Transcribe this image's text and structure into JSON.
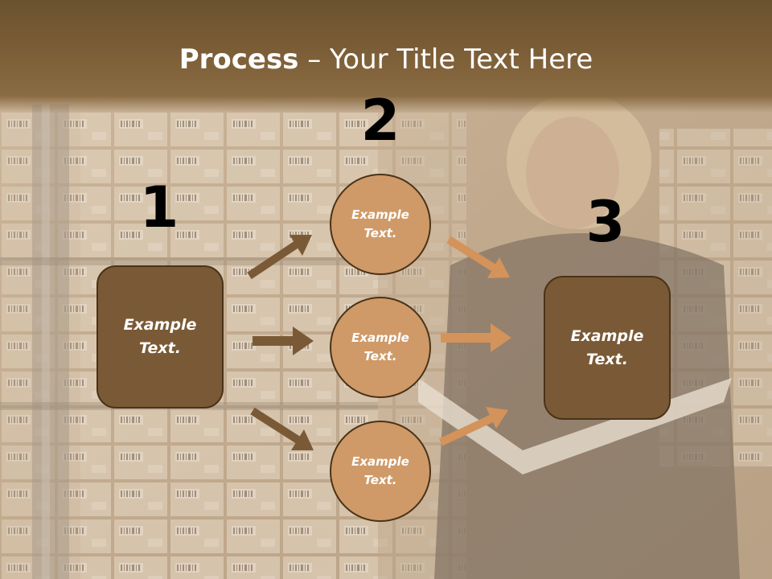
{
  "title": {
    "bold": "Process",
    "rest": " – Your Title Text Here"
  },
  "numbers": [
    "1",
    "2",
    "3"
  ],
  "left_box": {
    "line1": "Example",
    "line2": "Text."
  },
  "right_box": {
    "line1": "Example",
    "line2": "Text."
  },
  "circles": [
    {
      "line1": "Example",
      "line2": "Text."
    },
    {
      "line1": "Example",
      "line2": "Text."
    },
    {
      "line1": "Example",
      "line2": "Text."
    }
  ],
  "colors": {
    "header": "#7d5f38",
    "box_fill": "#7a5a36",
    "circle_fill": "#cf9a68",
    "arrow_dark": "#7a5a36",
    "arrow_light": "#d4935a"
  }
}
